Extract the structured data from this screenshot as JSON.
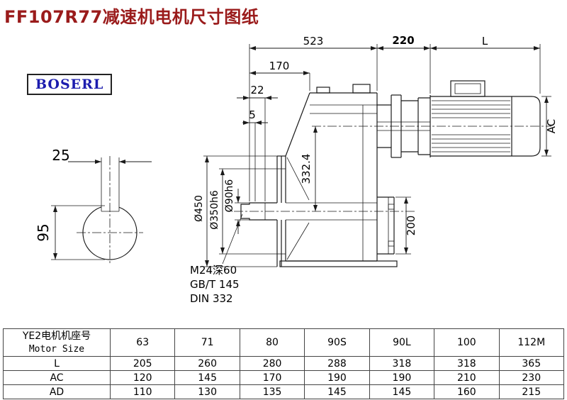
{
  "page": {
    "title": "FF107R77减速机电机尺寸图纸",
    "brand": "BOSERL"
  },
  "colors": {
    "title_red": "#9a1b1b",
    "brand_blue": "#1c1cae",
    "line": "#1a1a1a"
  },
  "drawing": {
    "dims": {
      "d523": "523",
      "d220": "220",
      "dL": "L",
      "d170": "170",
      "d22": "22",
      "d5": "5",
      "dAC": "AC",
      "d450": "Ø450",
      "d350": "Ø350h6",
      "d90": "Ø90h6",
      "d332": "332.4",
      "d200": "200",
      "d25": "25",
      "d95": "95"
    },
    "notes": [
      "M24深60",
      "GB/T 145",
      "DIN 332"
    ]
  },
  "table": {
    "header": {
      "cn": "YE2电机机座号",
      "en": "Motor Size"
    },
    "sizes": [
      "63",
      "71",
      "80",
      "90S",
      "90L",
      "100",
      "112M"
    ],
    "rows": [
      {
        "label": "L",
        "values": [
          "205",
          "260",
          "280",
          "288",
          "318",
          "318",
          "365"
        ]
      },
      {
        "label": "AC",
        "values": [
          "120",
          "145",
          "170",
          "190",
          "190",
          "210",
          "230"
        ]
      },
      {
        "label": "AD",
        "values": [
          "110",
          "130",
          "135",
          "145",
          "145",
          "160",
          "215"
        ]
      }
    ]
  }
}
